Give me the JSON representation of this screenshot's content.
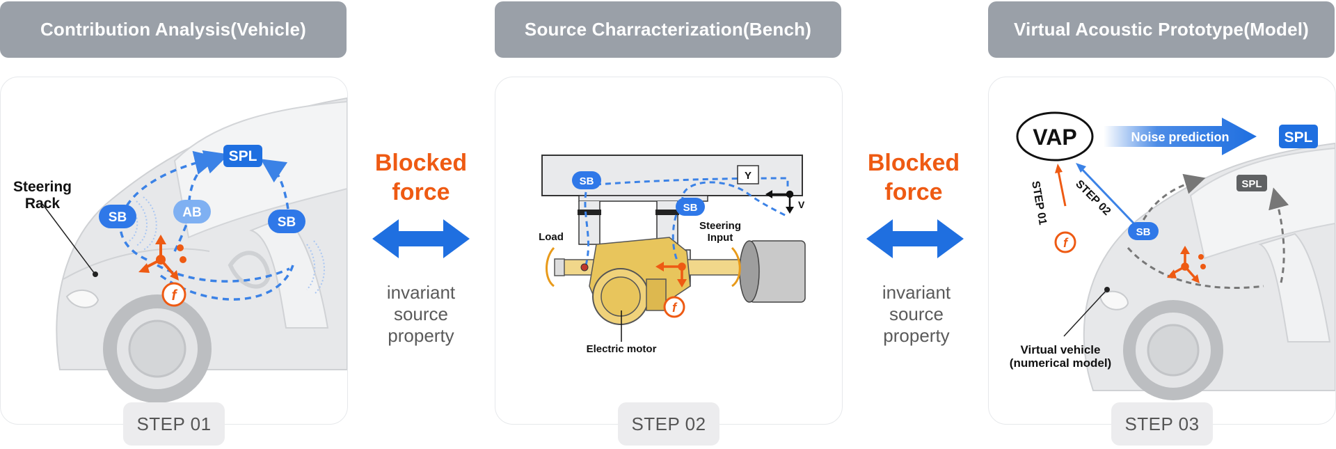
{
  "panels": [
    {
      "header": "Contribution Analysis(Vehicle)",
      "step": "STEP 01"
    },
    {
      "header": "Source Charracterization(Bench)",
      "step": "STEP 02"
    },
    {
      "header": "Virtual Acoustic Prototype(Model)",
      "step": "STEP 03"
    }
  ],
  "connectors": [
    {
      "title_line1": "Blocked",
      "title_line2": "force",
      "sub_line1": "invariant",
      "sub_line2": "source",
      "sub_line3": "property"
    },
    {
      "title_line1": "Blocked",
      "title_line2": "force",
      "sub_line1": "invariant",
      "sub_line2": "source",
      "sub_line3": "property"
    }
  ],
  "panel1": {
    "rack_line1": "Steering",
    "rack_line2": "Rack",
    "spl": "SPL",
    "sb": "SB",
    "ab": "AB",
    "f": "f"
  },
  "panel2": {
    "sb": "SB",
    "y": "Y",
    "v": "V",
    "load": "Load",
    "steer_line1": "Steering",
    "steer_line2": "Input",
    "motor": "Electric motor",
    "f": "f"
  },
  "panel3": {
    "vap": "VAP",
    "noise": "Noise prediction",
    "spl": "SPL",
    "spl_small": "SPL",
    "sb": "SB",
    "step01": "STEP 01",
    "step02": "STEP 02",
    "f": "f",
    "vehicle_line1": "Virtual vehicle",
    "vehicle_line2": "(numerical model)"
  },
  "colors": {
    "blue": "#1f6fe0",
    "orange": "#ee5a13",
    "header_gray": "#9aa0a8",
    "dashed_blue": "#3b82e6"
  }
}
